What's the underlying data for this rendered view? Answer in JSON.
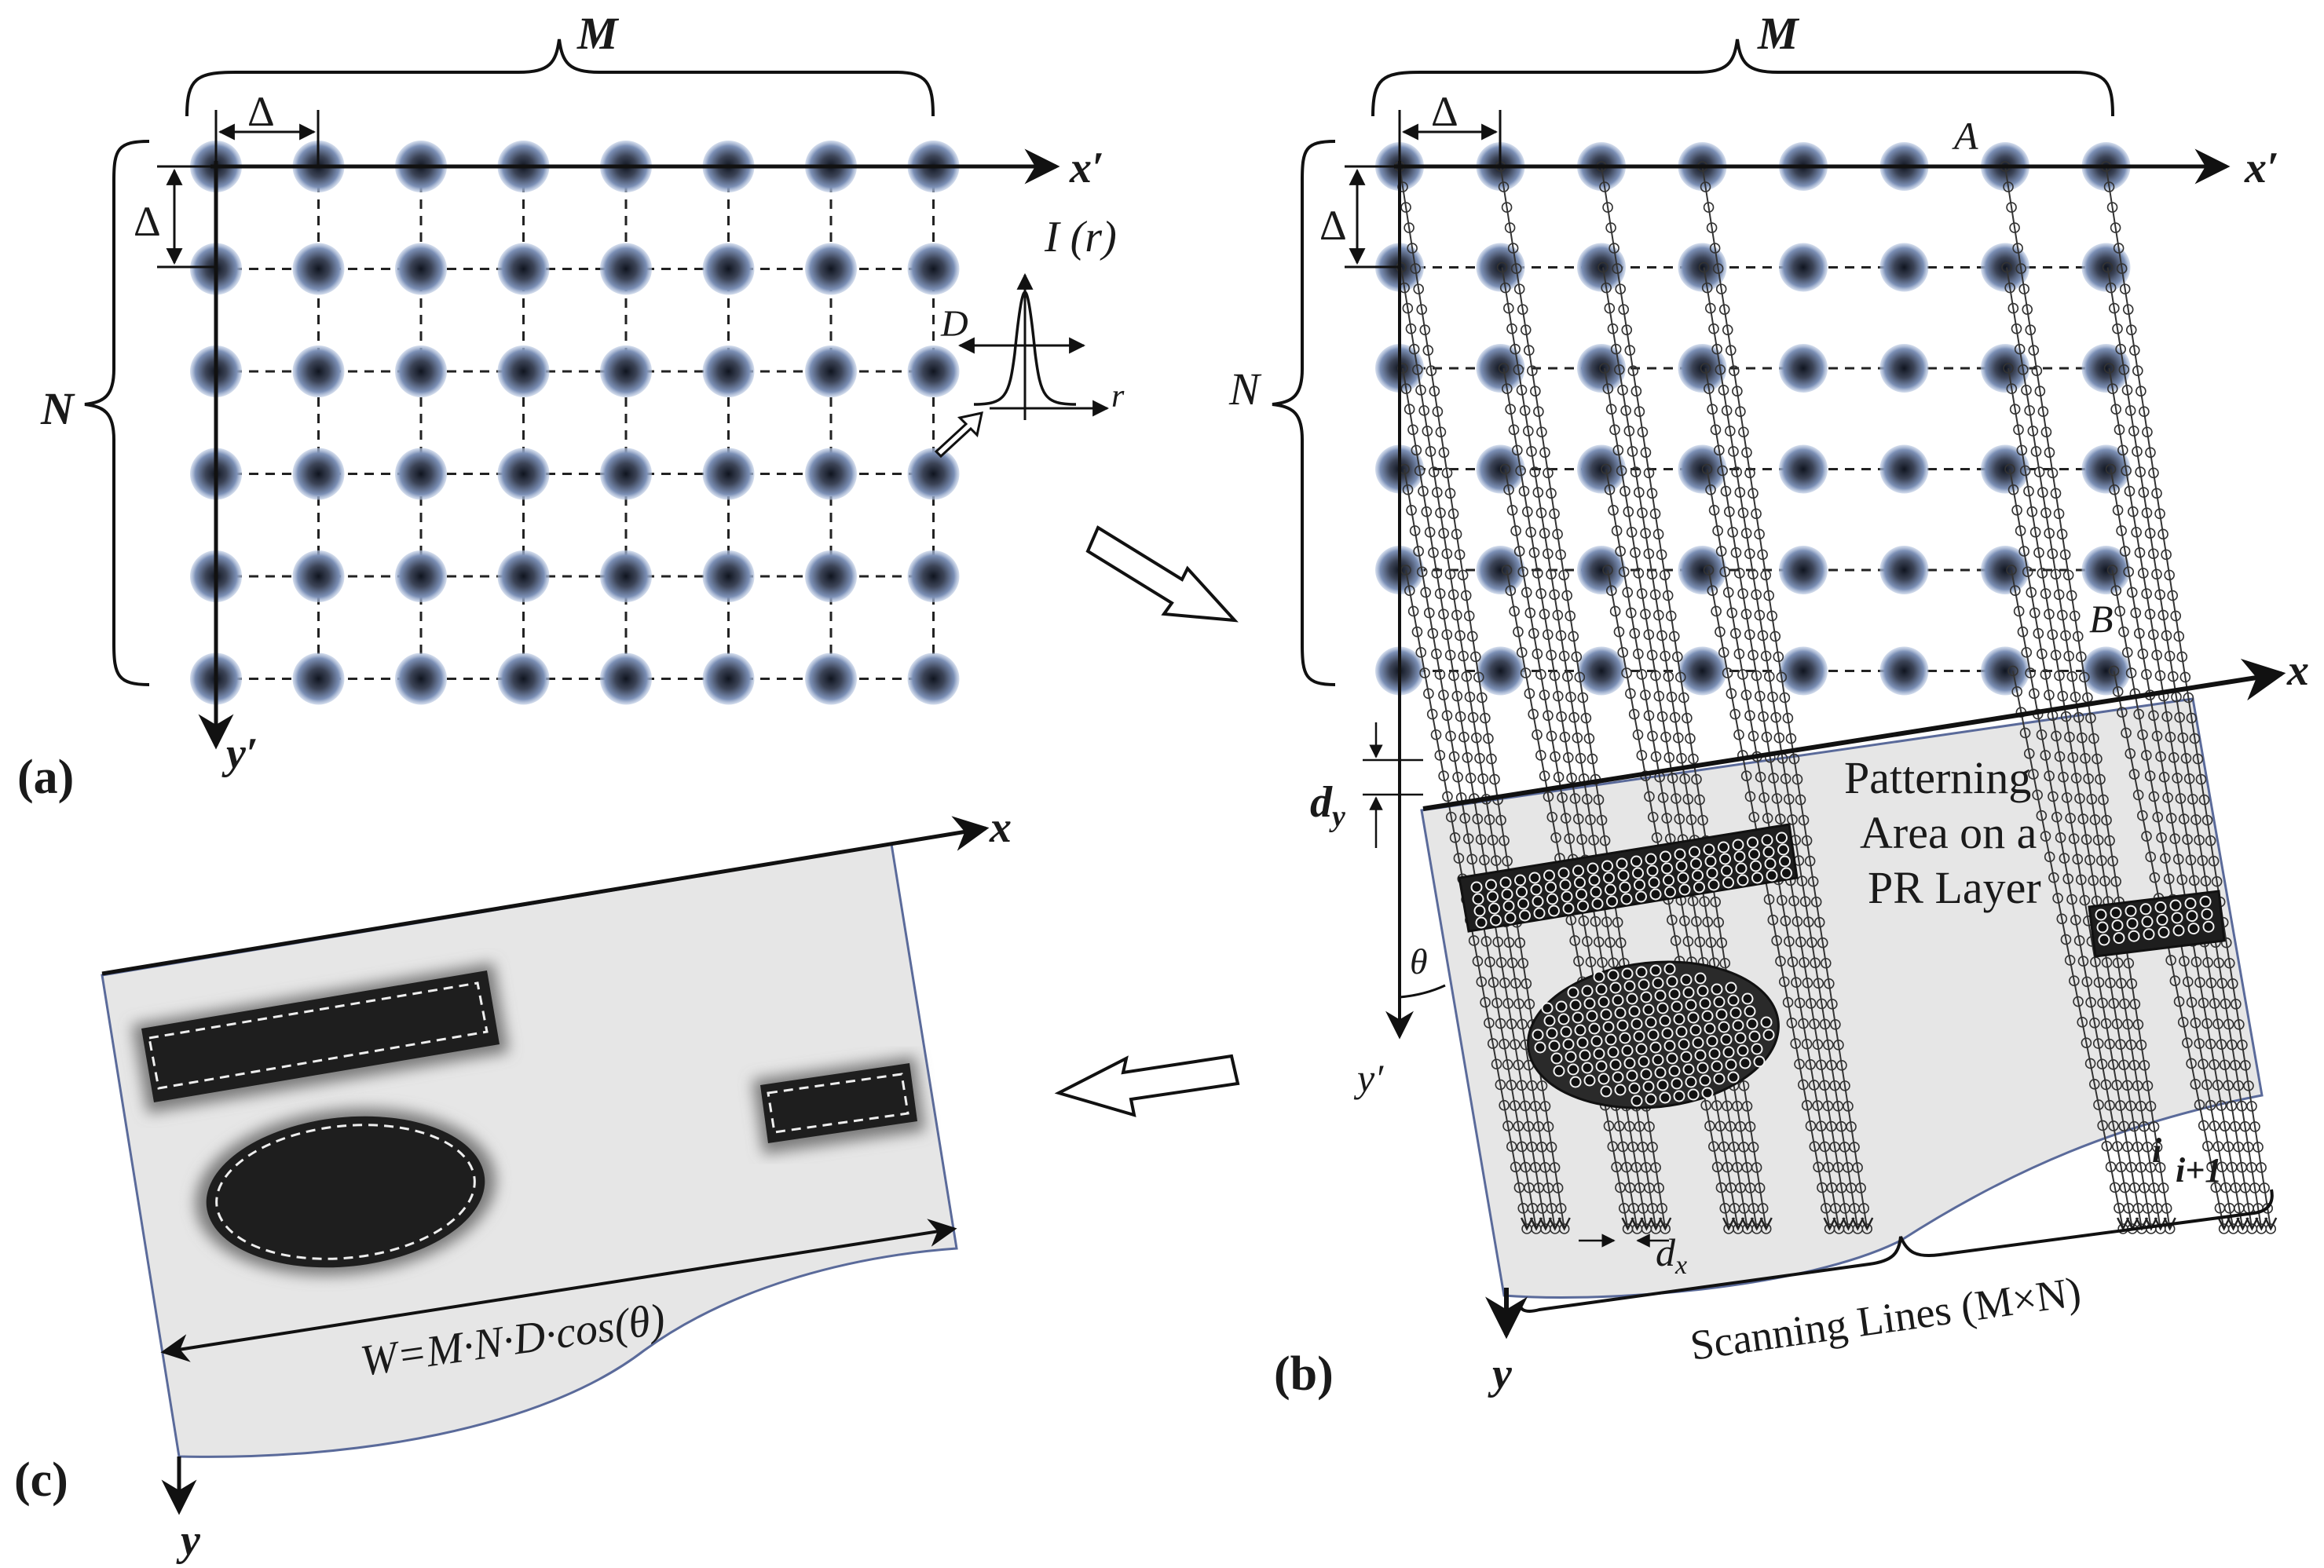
{
  "panels": {
    "a": {
      "label": "(a)",
      "brace_m": "M",
      "brace_n": "N",
      "pitch_x": "Δ",
      "pitch_y": "Δ",
      "axis_x": "x′",
      "axis_y": "y′",
      "profile_label": "I (r)",
      "profile_width": "D",
      "profile_axis": "r",
      "grid_cols": 8,
      "grid_rows": 6
    },
    "b": {
      "label": "(b)",
      "brace_m": "M",
      "brace_n": "N",
      "pitch_x": "Δ",
      "pitch_y": "Δ",
      "axis_x_prime": "x′",
      "axis_y_prime": "y′",
      "axis_x": "x",
      "axis_y": "y",
      "point_a": "A",
      "point_b": "B",
      "dy_label": "d",
      "dy_sub": "y",
      "dx_label": "d",
      "dx_sub": "x",
      "theta": "θ",
      "area_line1": "Patterning",
      "area_line2": "Area on a",
      "area_line3": "PR Layer",
      "line_i": "i",
      "line_i1": "i+1",
      "scanning_lines": "Scanning Lines (M×N)"
    },
    "c": {
      "label": "(c)",
      "axis_x": "x",
      "axis_y": "y",
      "width_formula": "W=M·N·D·cos(θ)"
    }
  },
  "colors": {
    "spot_center": "#101520",
    "spot_mid": "#4a5266",
    "spot_edge": "#8aa0c8",
    "layer_fill": "#e8e8e8",
    "layer_border": "#5a6a9a",
    "pattern_fill": "#1e1e1e"
  }
}
